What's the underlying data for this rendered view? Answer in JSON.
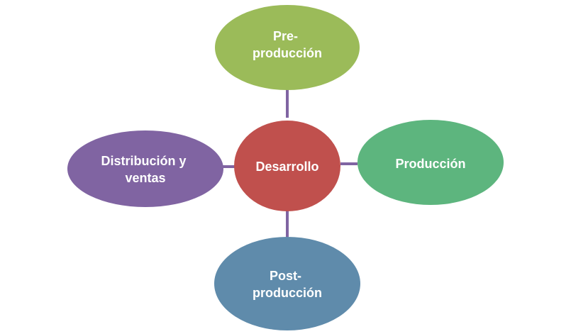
{
  "diagram": {
    "center": {
      "lines": [
        "Desarrollo"
      ],
      "color": "#c0504d"
    },
    "nodes": {
      "top": {
        "lines": [
          "Pre-",
          "producción"
        ],
        "color": "#9bbb59"
      },
      "right": {
        "lines": [
          "Producción"
        ],
        "color": "#5db57e"
      },
      "bottom": {
        "lines": [
          "Post-",
          "producción"
        ],
        "color": "#5f8bab"
      },
      "left": {
        "lines": [
          "Distribución y",
          "ventas"
        ],
        "color": "#8064a2"
      }
    },
    "connector_color": "#8064a2"
  }
}
